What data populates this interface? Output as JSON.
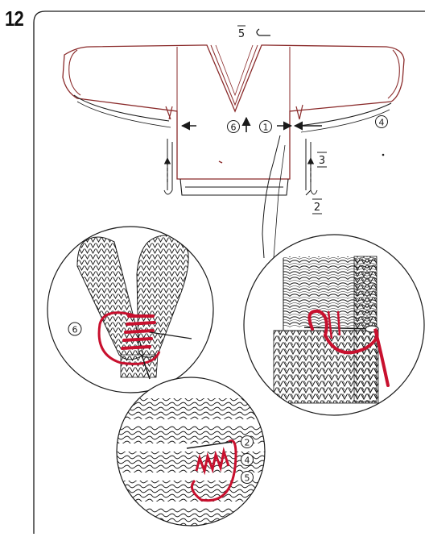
{
  "step_number": "12",
  "labels": {
    "one": "1",
    "two": "2",
    "three": "3",
    "four": "4",
    "five": "5",
    "six": "6"
  },
  "colors": {
    "ink": "#1a1a1a",
    "seam_red": "#c8102e",
    "garment_outline": "#8a2a2a",
    "paper": "#ffffff"
  },
  "illustrations": [
    "sweater-assembly-diagram",
    "mattress-stitch-ribbing-detail",
    "grafting-stitch-detail",
    "side-seam-detail"
  ]
}
